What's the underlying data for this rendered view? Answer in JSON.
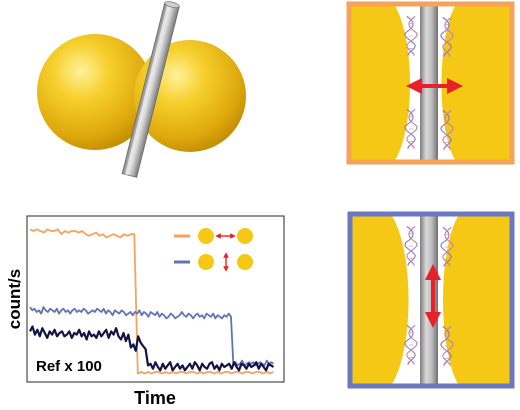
{
  "figure": {
    "chart": {
      "y_label": "count/s",
      "x_label": "Time",
      "reference_label": "Ref x 100",
      "legend": [
        {
          "line_color": "#f4a460",
          "marker": "horizontal-double-arrow-between-spheres"
        },
        {
          "line_color": "#6272b8",
          "marker": "vertical-double-arrow-between-spheres"
        }
      ]
    },
    "panels": [
      {
        "frame_color": "#f5a25a",
        "arrow_direction": "horizontal"
      },
      {
        "frame_color": "#6b77c0",
        "arrow_direction": "vertical"
      }
    ],
    "colors": {
      "gold": "#f5c816",
      "rod": "#b8b8b8",
      "arrow": "#e8202a",
      "dark_trace": "#131346"
    }
  },
  "chart_data": {
    "type": "line",
    "xlabel": "Time",
    "ylabel": "count/s",
    "annotations": [
      "Ref x 100"
    ],
    "series": [
      {
        "color": "#f4a460",
        "values": [
          0.93,
          0.92,
          0.93,
          0.92,
          0.91,
          0.93,
          0.92,
          0.92,
          0.93,
          0.9,
          0.92,
          0.91,
          0.92,
          0.92,
          0.91,
          0.92,
          0.9,
          0.89,
          0.9,
          0.91,
          0.89,
          0.9,
          0.88,
          0.89,
          0.9,
          0.89,
          0.88,
          0.9,
          0.89,
          0.9,
          0.9,
          0.04,
          0.05,
          0.04,
          0.05,
          0.04,
          0.05,
          0.05,
          0.04,
          0.05,
          0.04,
          0.05,
          0.04,
          0.05,
          0.05,
          0.04,
          0.05,
          0.05,
          0.04,
          0.05,
          0.04,
          0.05,
          0.05,
          0.04,
          0.05,
          0.04,
          0.05,
          0.05,
          0.04,
          0.05,
          0.05,
          0.04,
          0.05,
          0.05,
          0.04,
          0.05,
          0.05,
          0.04,
          0.05,
          0.04,
          0.05
        ]
      },
      {
        "color": "#6272b8",
        "values": [
          0.45,
          0.43,
          0.44,
          0.42,
          0.43,
          0.41,
          0.45,
          0.43,
          0.42,
          0.44,
          0.43,
          0.42,
          0.44,
          0.41,
          0.43,
          0.44,
          0.42,
          0.43,
          0.41,
          0.43,
          0.44,
          0.42,
          0.43,
          0.42,
          0.44,
          0.43,
          0.41,
          0.42,
          0.43,
          0.42,
          0.44,
          0.43,
          0.42,
          0.44,
          0.41,
          0.43,
          0.42,
          0.4,
          0.43,
          0.42,
          0.41,
          0.43,
          0.42,
          0.4,
          0.41,
          0.42,
          0.4,
          0.42,
          0.41,
          0.43,
          0.4,
          0.42,
          0.41,
          0.39,
          0.42,
          0.41,
          0.4,
          0.42,
          0.39,
          0.41,
          0.4,
          0.38,
          0.39,
          0.41,
          0.4,
          0.38,
          0.39,
          0.4,
          0.42,
          0.4,
          0.39,
          0.41,
          0.4,
          0.38,
          0.4,
          0.41,
          0.39,
          0.4,
          0.38,
          0.41,
          0.4,
          0.39,
          0.41,
          0.38,
          0.4,
          0.39,
          0.38,
          0.4,
          0.39,
          0.41,
          0.39,
          0.1,
          0.11,
          0.09,
          0.1,
          0.12,
          0.09,
          0.1,
          0.11,
          0.1,
          0.11,
          0.09,
          0.1,
          0.11,
          0.1,
          0.09,
          0.12,
          0.1,
          0.11,
          0.1
        ]
      },
      {
        "color": "#131346",
        "values": [
          0.3,
          0.33,
          0.28,
          0.31,
          0.27,
          0.32,
          0.29,
          0.26,
          0.3,
          0.28,
          0.31,
          0.27,
          0.29,
          0.3,
          0.27,
          0.28,
          0.3,
          0.26,
          0.29,
          0.28,
          0.31,
          0.27,
          0.29,
          0.25,
          0.3,
          0.27,
          0.28,
          0.26,
          0.3,
          0.27,
          0.29,
          0.31,
          0.26,
          0.3,
          0.28,
          0.32,
          0.27,
          0.25,
          0.29,
          0.24,
          0.28,
          0.2,
          0.22,
          0.18,
          0.27,
          0.23,
          0.21,
          0.19,
          0.09,
          0.1,
          0.07,
          0.11,
          0.08,
          0.06,
          0.1,
          0.07,
          0.09,
          0.11,
          0.06,
          0.08,
          0.1,
          0.07,
          0.09,
          0.06,
          0.08,
          0.1,
          0.07,
          0.11,
          0.09,
          0.06,
          0.1,
          0.08,
          0.07,
          0.1,
          0.11,
          0.07,
          0.09,
          0.06,
          0.1,
          0.08,
          0.09,
          0.1,
          0.07,
          0.11,
          0.08,
          0.06,
          0.1,
          0.09,
          0.07,
          0.1,
          0.08,
          0.09,
          0.11,
          0.07,
          0.1,
          0.08,
          0.06,
          0.1,
          0.09,
          0.08
        ]
      }
    ]
  }
}
